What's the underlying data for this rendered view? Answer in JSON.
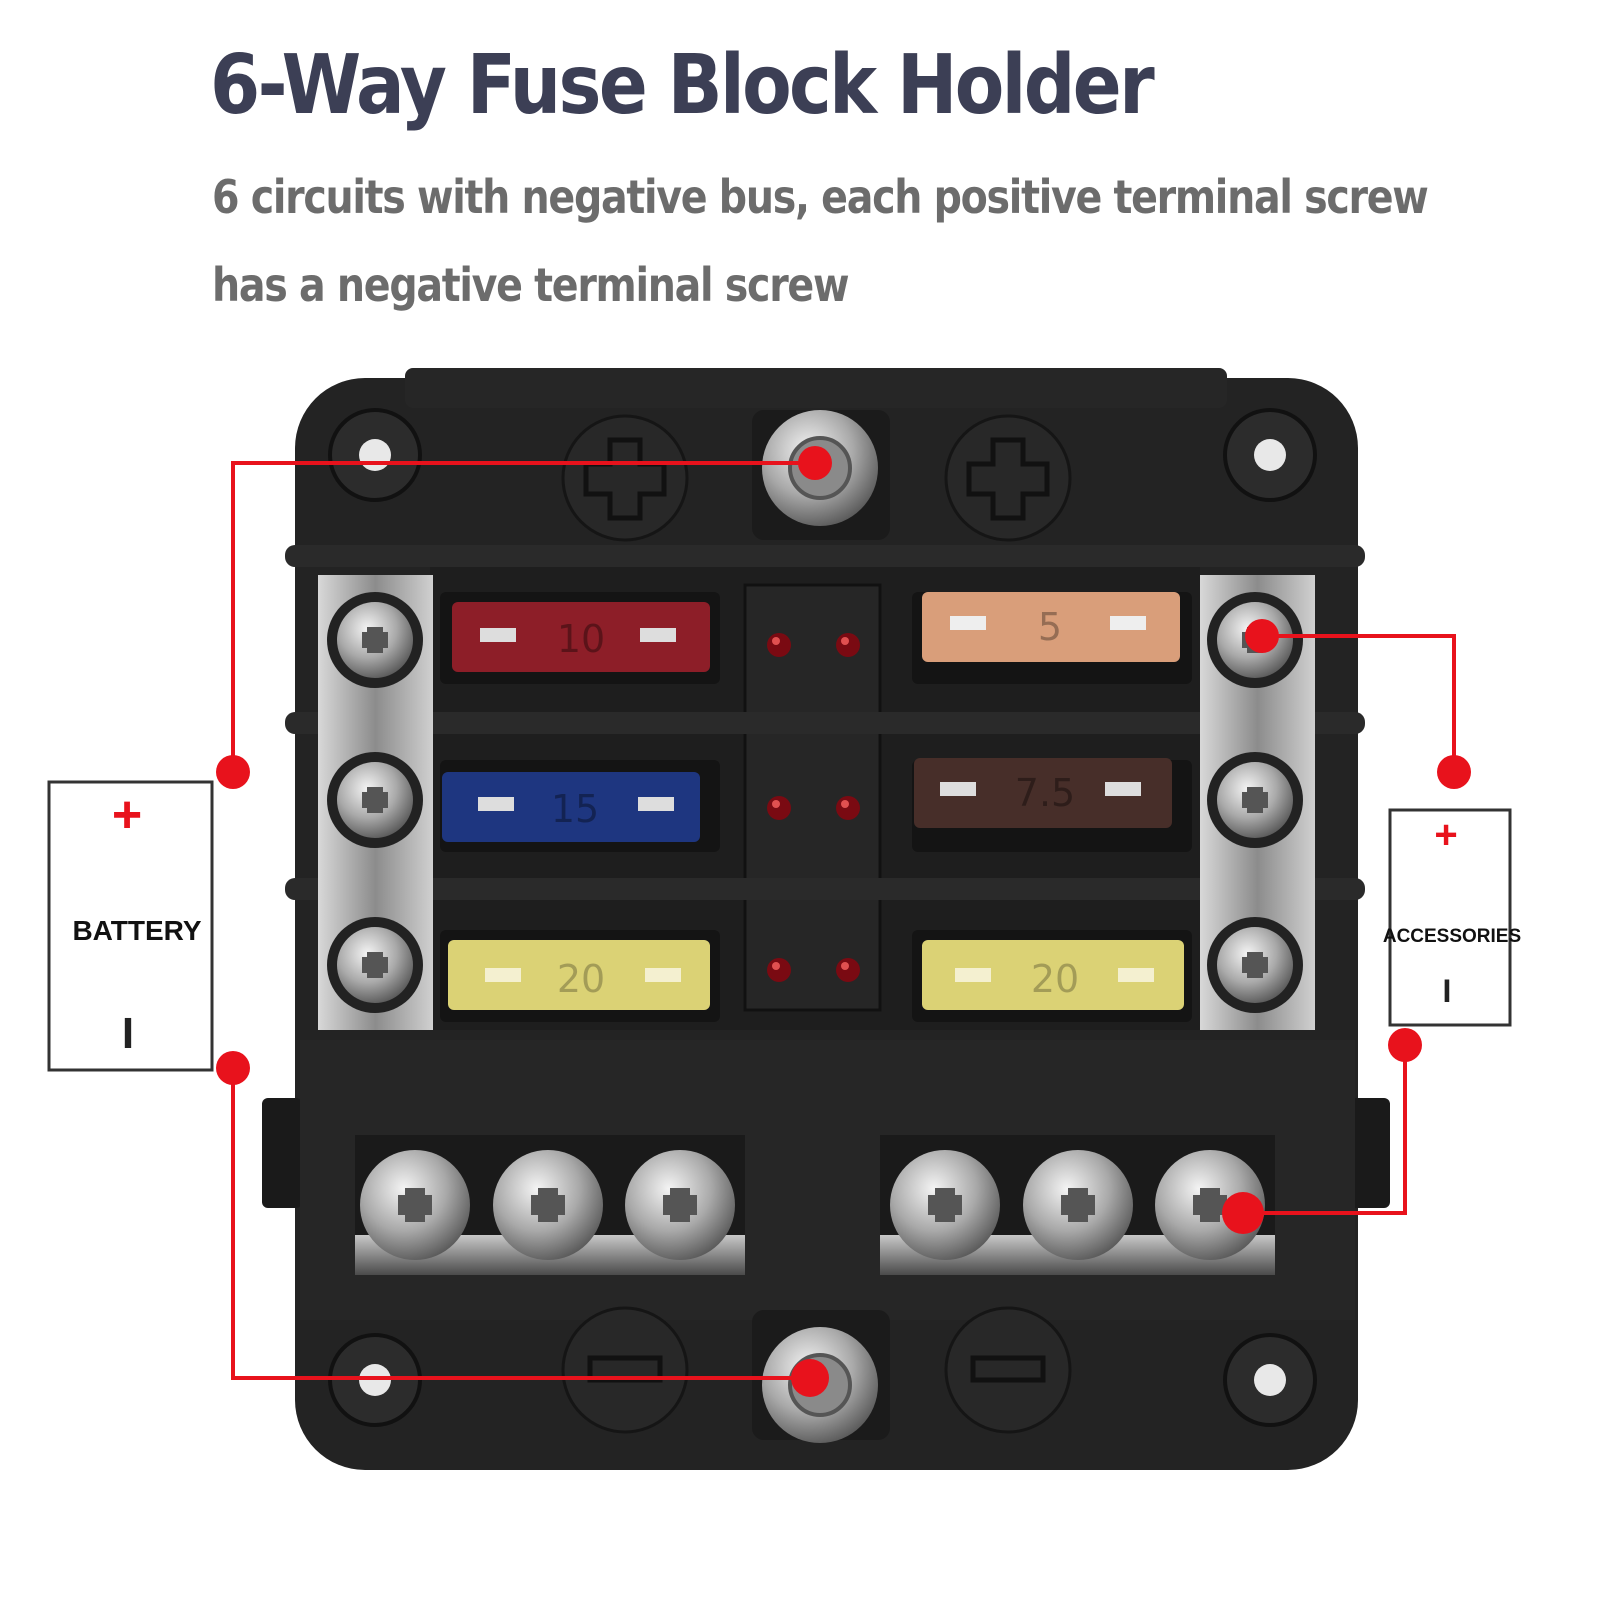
{
  "title": "6-Way Fuse Block Holder",
  "subtitle_line1": "6 circuits with negative bus, each positive terminal screw",
  "subtitle_line2": "has a negative terminal screw",
  "battery": {
    "label": "BATTERY",
    "plus": "+",
    "minus": "I"
  },
  "accessories": {
    "label": "ACCESSORIES",
    "plus": "+",
    "minus": "I"
  },
  "fuses": [
    {
      "rating": "10",
      "color": "#9a1f2a"
    },
    {
      "rating": "5",
      "color": "#e4a57f"
    },
    {
      "rating": "15",
      "color": "#1f3a8c"
    },
    {
      "rating": "7.5",
      "color": "#4a2f2a"
    },
    {
      "rating": "20",
      "color": "#e6dc7a"
    },
    {
      "rating": "20",
      "color": "#e6dc7a"
    }
  ],
  "colors": {
    "wire": "#e8121c",
    "housing": "#202020",
    "title": "#3c3f55",
    "subtitle": "#6c6c6c"
  },
  "icons": [
    "plus-symbol-icon",
    "minus-symbol-icon",
    "screw-icon",
    "led-icon"
  ]
}
